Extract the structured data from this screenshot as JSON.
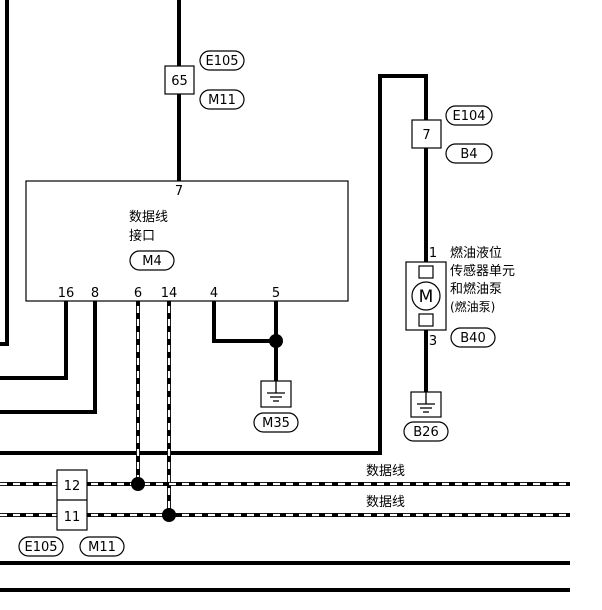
{
  "connector_tags": {
    "e105_top": "E105",
    "m11_top": "M11",
    "e104": "E104",
    "b4": "B4",
    "m4": "M4",
    "m35": "M35",
    "b40": "B40",
    "b26": "B26",
    "e105_bottom": "E105",
    "m11_bottom": "M11"
  },
  "pins": {
    "pin_65": "65",
    "pin_7_right": "7",
    "pin_7_dlc": "7",
    "pin_16": "16",
    "pin_8": "8",
    "pin_6": "6",
    "pin_14": "14",
    "pin_4": "4",
    "pin_5": "5",
    "pin_1": "1",
    "pin_3": "3",
    "pin_12": "12",
    "pin_11": "11"
  },
  "dlc": {
    "line1": "数据线",
    "line2": "接口"
  },
  "fuel_unit": {
    "line1": "燃油液位",
    "line2": "传感器单元",
    "line3": "和燃油泵",
    "line4": "(燃油泵)",
    "motor_symbol": "M"
  },
  "bus_labels": {
    "upper": "数据线",
    "lower": "数据线"
  }
}
